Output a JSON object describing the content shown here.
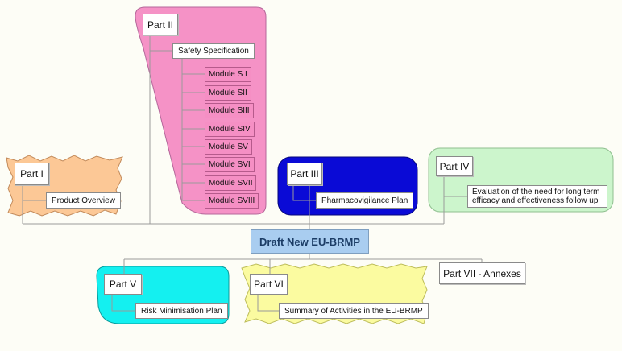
{
  "root": {
    "label": "Draft New EU-BRMP"
  },
  "colors": {
    "part1": "#fcc896",
    "part2": "#f592c6",
    "part3": "#0a0ad6",
    "part4": "#ccf5cc",
    "part5": "#14f0f0",
    "part6": "#fbfba0",
    "connector": "#9a9a9a",
    "root_fill": "#a9cdf0"
  },
  "parts": {
    "part1": {
      "label": "Part I",
      "child": "Product Overview"
    },
    "part2": {
      "label": "Part II",
      "child": "Safety Specification",
      "modules": [
        "Module S I",
        "Module SII",
        "Module SIII",
        "Module SIV",
        "Module SV",
        "Module SVI",
        "Module SVII",
        "Module SVIII"
      ]
    },
    "part3": {
      "label": "Part III",
      "child": "Pharmacovigilance Plan"
    },
    "part4": {
      "label": "Part IV",
      "child": "Evaluation of the need for long term efficacy and effectiveness follow up"
    },
    "part5": {
      "label": "Part V",
      "child": "Risk Minimisation Plan"
    },
    "part6": {
      "label": "Part VI",
      "child": "Summary of Activities in the EU-BRMP"
    },
    "part7": {
      "label": "Part VII - Annexes"
    }
  }
}
